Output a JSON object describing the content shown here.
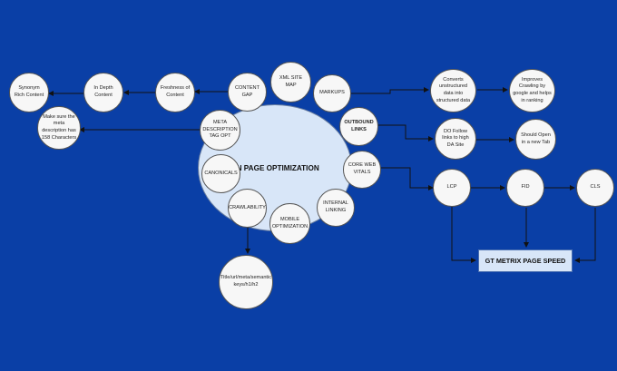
{
  "diagram": {
    "center_label": "ON PAGE OPTIMIZATION",
    "ring_nodes": {
      "xml_sitemap": "XML SITE MAP",
      "markups": "MARKUPS",
      "outbound_links": "OUTBOUND LINKS",
      "core_web_vitals": "CORE WEB VITALS",
      "internal_linking": "INTERNAL LINKING",
      "mobile_optimization": "MOBILE OPTIMIZATION",
      "crawlability": "CRAWLABILITY",
      "canonicals": "CANONICALS",
      "meta_description_tag_opt": "META DESCRIPTION TAG OPT",
      "content_gap": "CONTENT GAP"
    },
    "outer_nodes": {
      "freshness_of_content": "Freshness of Content",
      "in_depth_content": "In Depth Content",
      "synonym_rich_content": "Synonym Rich Content",
      "meta_description_chars": "Make sure the meta description has 158 Characters",
      "converts_structured_data": "Converts unstructured data into structured data",
      "improves_crawling": "Improves Crawling by google and helps in ranking",
      "do_follow_links": "DO Follow links to high DA Site",
      "should_open_new_tab": "Should Open in a new Tab",
      "lcp": "LCP",
      "fid": "FID",
      "cls": "CLS",
      "title_url_meta": "Title/url/meta/semantic keys/h1/h2"
    },
    "gt_metrix_label": "GT METRIX PAGE SPEED"
  },
  "colors": {
    "background": "#0a3fa6",
    "node_fill": "#f7f7f7",
    "center_fill": "#d8e6f8",
    "connector": "#111111"
  }
}
